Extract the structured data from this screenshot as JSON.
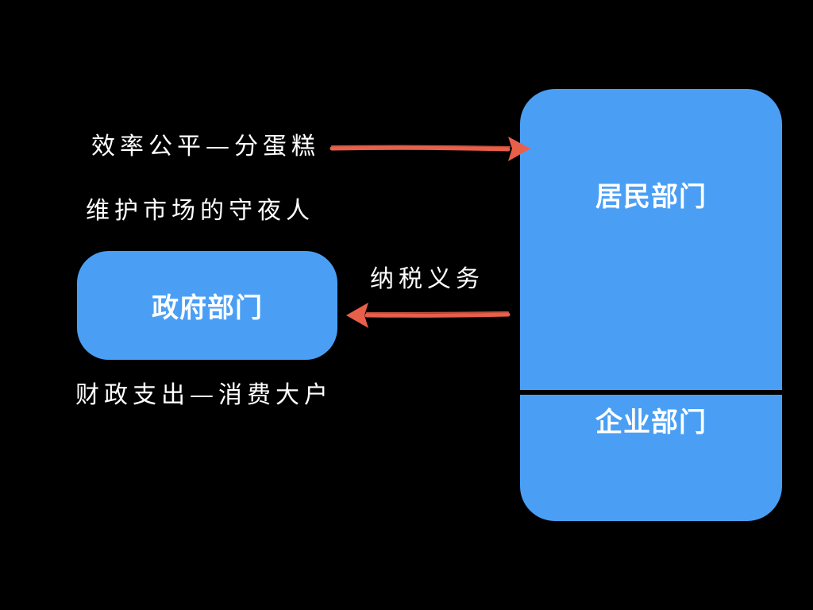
{
  "colors": {
    "background": "#000000",
    "box_fill": "#4a9ff5",
    "arrow": "#e8604a",
    "text": "#ffffff"
  },
  "boxes": {
    "government": "政府部门",
    "household": "居民部门",
    "enterprise": "企业部门"
  },
  "notes": {
    "efficiency": "效率公平—分蛋糕",
    "night_watchman": "维护市场的守夜人",
    "tax_duty": "纳税义务",
    "fiscal_spending": "财政支出—消费大户"
  },
  "arrows": [
    {
      "from": "efficiency-note",
      "to": "household-box",
      "direction": "right"
    },
    {
      "from": "household-box",
      "to": "government-box",
      "direction": "left"
    }
  ]
}
